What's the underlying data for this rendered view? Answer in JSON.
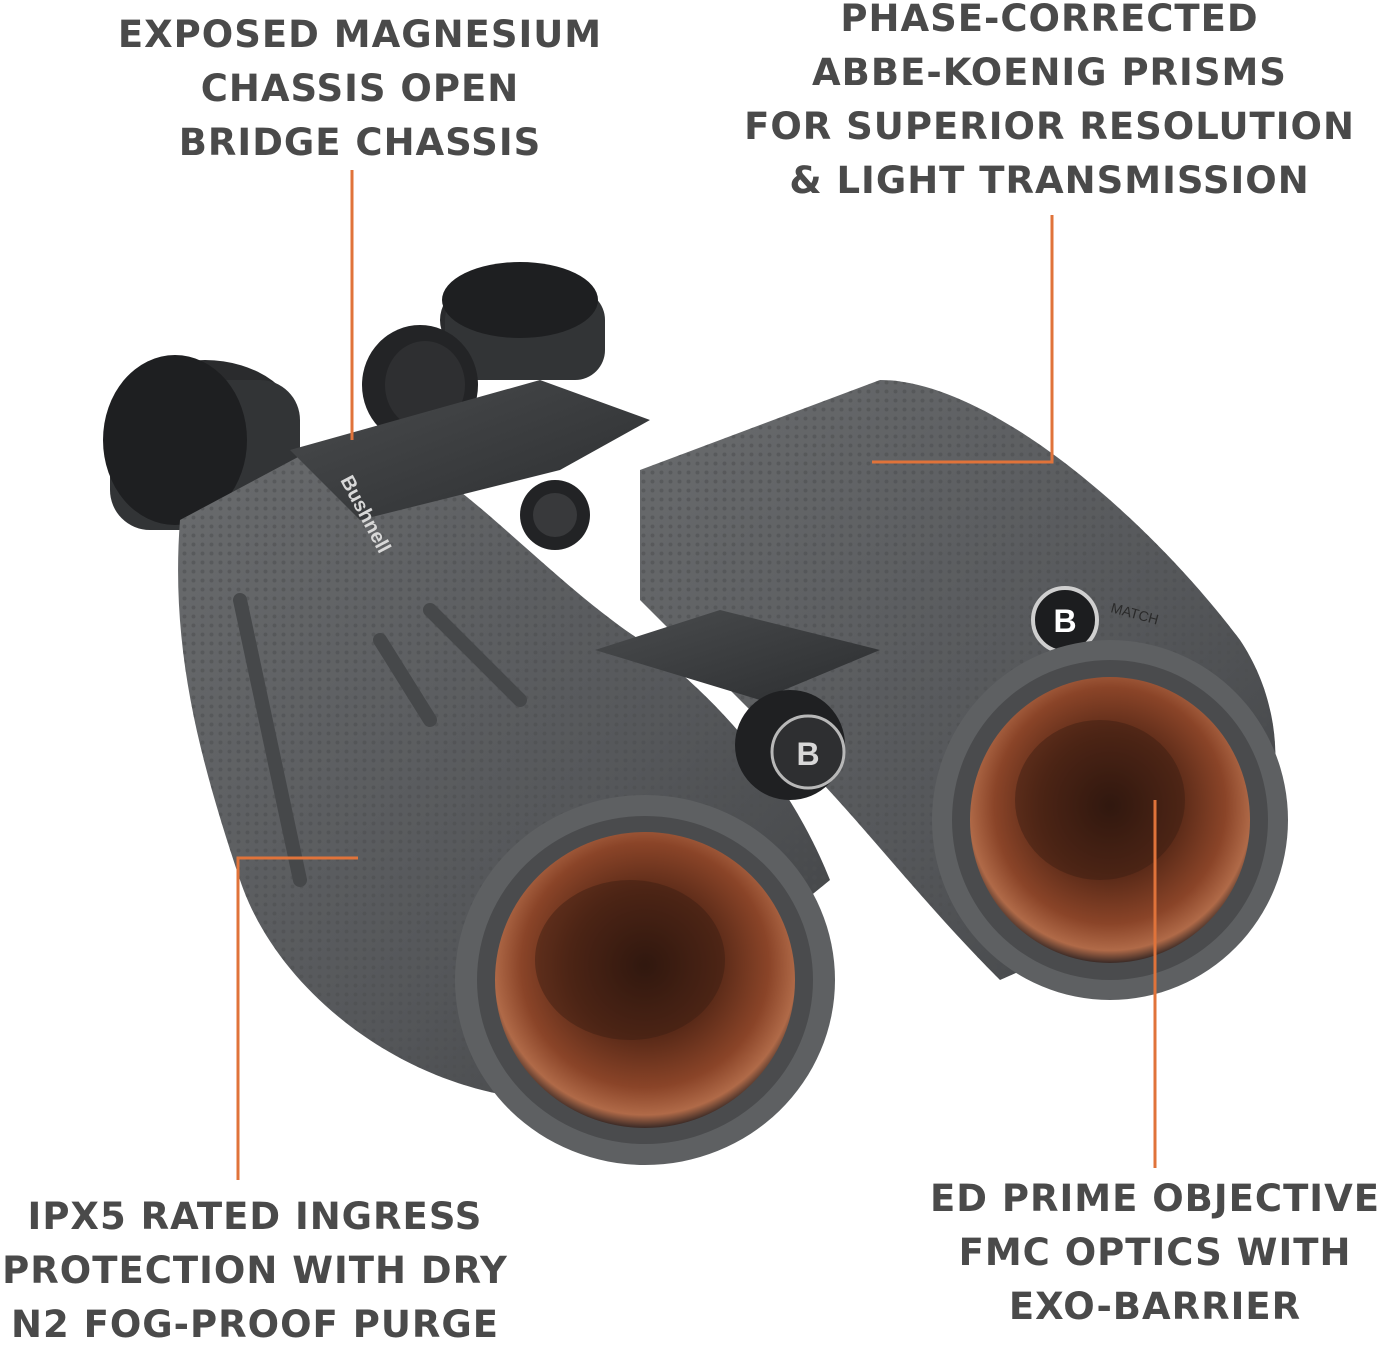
{
  "callouts": {
    "chassis": {
      "lines": [
        "EXPOSED MAGNESIUM",
        "CHASSIS OPEN",
        "BRIDGE CHASSIS"
      ]
    },
    "prisms": {
      "lines": [
        "PHASE-CORRECTED",
        "ABBE-KOENIG PRISMS",
        "FOR SUPERIOR RESOLUTION",
        "& LIGHT TRANSMISSION"
      ]
    },
    "ingress": {
      "lines": [
        "IPX5 RATED INGRESS",
        "PROTECTION WITH DRY",
        "N2 FOG-PROOF PURGE"
      ]
    },
    "optics": {
      "lines": [
        "ED PRIME OBJECTIVE",
        "FMC OPTICS WITH",
        "EXO-BARRIER"
      ]
    }
  },
  "product": {
    "brand_wordmark": "Bushnell",
    "badge_letter": "B",
    "model_partial": "MATCH"
  },
  "colors": {
    "leader": "#e0733a",
    "text": "#4a4a4a",
    "body": "#5a5c5e",
    "body_dark": "#3e4042",
    "lens_core": "#3a1c12",
    "lens_mid": "#7a3a22"
  }
}
